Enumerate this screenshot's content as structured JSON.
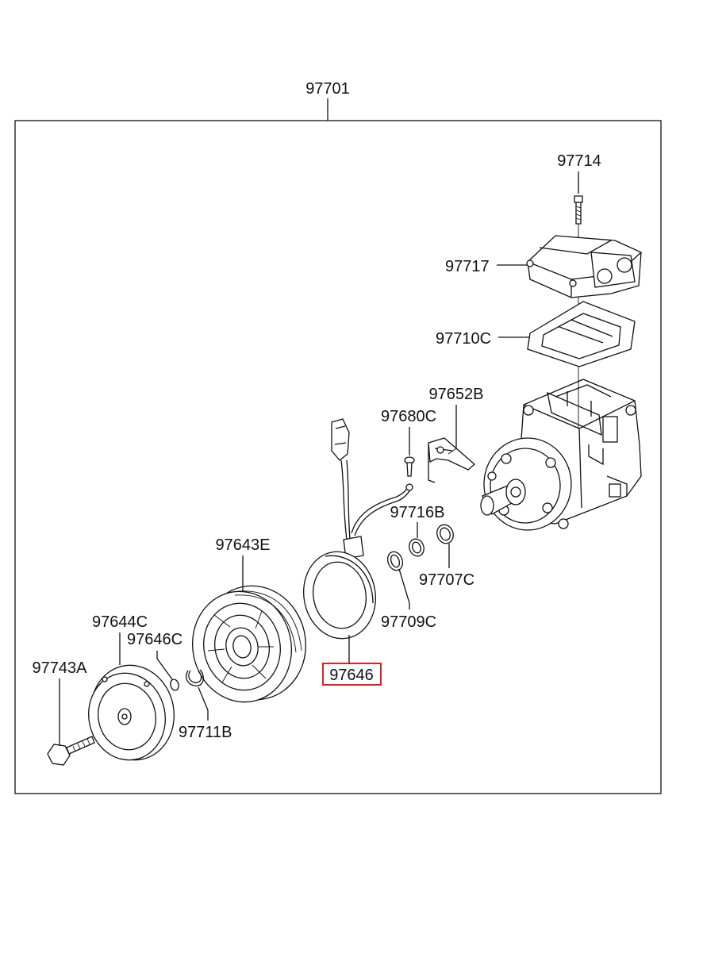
{
  "assembly_label": "97701",
  "highlight_color": "#e02020",
  "parts": [
    {
      "id": "97714",
      "label": "97714"
    },
    {
      "id": "97717",
      "label": "97717"
    },
    {
      "id": "97710C",
      "label": "97710C"
    },
    {
      "id": "97652B",
      "label": "97652B"
    },
    {
      "id": "97680C",
      "label": "97680C"
    },
    {
      "id": "97716B",
      "label": "97716B"
    },
    {
      "id": "97707C",
      "label": "97707C"
    },
    {
      "id": "97643E",
      "label": "97643E"
    },
    {
      "id": "97709C",
      "label": "97709C"
    },
    {
      "id": "97644C",
      "label": "97644C"
    },
    {
      "id": "97646C",
      "label": "97646C"
    },
    {
      "id": "97646",
      "label": "97646",
      "highlighted": true
    },
    {
      "id": "97743A",
      "label": "97743A"
    },
    {
      "id": "97711B",
      "label": "97711B"
    }
  ]
}
